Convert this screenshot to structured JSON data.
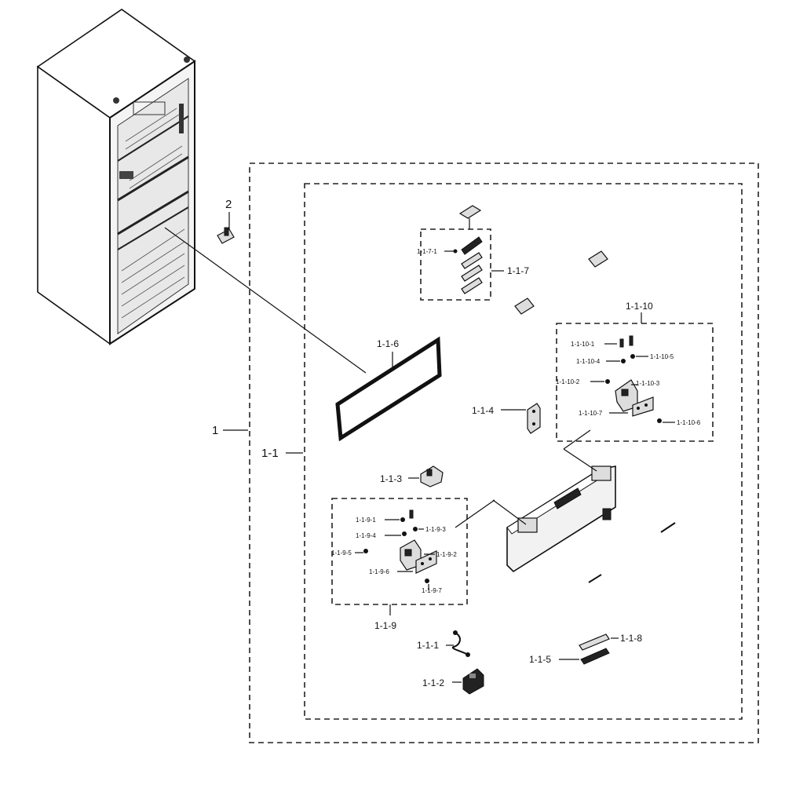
{
  "labels": {
    "l1": "1",
    "l2": "2",
    "l1_1": "1-1",
    "l1_1_1": "1-1-1",
    "l1_1_2": "1-1-2",
    "l1_1_3": "1-1-3",
    "l1_1_4": "1-1-4",
    "l1_1_5": "1-1-5",
    "l1_1_6": "1-1-6",
    "l1_1_7": "1-1-7",
    "l1_1_7_1": "1-1-7-1",
    "l1_1_8": "1-1-8",
    "l1_1_9": "1-1-9",
    "l1_1_9_1": "1-1-9-1",
    "l1_1_9_2": "1-1-9-2",
    "l1_1_9_3": "1-1-9-3",
    "l1_1_9_4": "1-1-9-4",
    "l1_1_9_5": "1-1-9-5",
    "l1_1_9_6": "1-1-9-6",
    "l1_1_9_7": "1-1-9-7",
    "l1_1_10": "1-1-10",
    "l1_1_10_1": "1-1-10-1",
    "l1_1_10_2": "1-1-10-2",
    "l1_1_10_3": "1-1-10-3",
    "l1_1_10_4": "1-1-10-4",
    "l1_1_10_5": "1-1-10-5",
    "l1_1_10_6": "1-1-10-6",
    "l1_1_10_7": "1-1-10-7"
  }
}
